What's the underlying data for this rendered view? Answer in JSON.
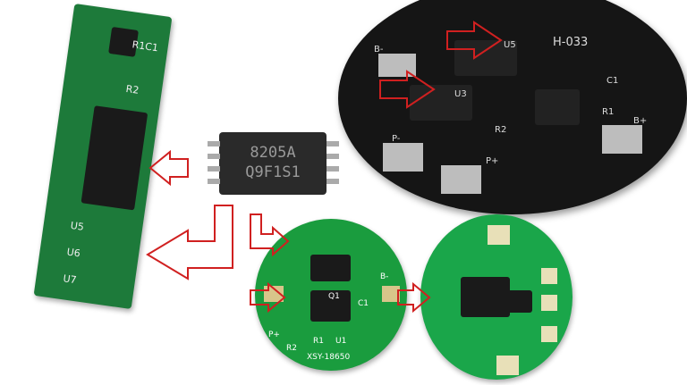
{
  "main_chip": {
    "line1": "8205A",
    "line2": "Q9F1S1"
  },
  "black_board": {
    "label": "H-033",
    "markings": [
      "U5",
      "U3",
      "C1",
      "R1",
      "R2",
      "B+",
      "P-",
      "P+",
      "B-"
    ]
  },
  "strip_board": {
    "markings": [
      "R1C1",
      "R2",
      "U5",
      "U6",
      "U7"
    ]
  },
  "small_green_board": {
    "markings": [
      "Q1",
      "C1",
      "B-",
      "P+",
      "R2",
      "R1",
      "U1",
      "XSY-18650"
    ]
  },
  "colors": {
    "arrow": "#d02020",
    "pcb_green": "#1a9c3e",
    "pcb_black": "#151515"
  }
}
